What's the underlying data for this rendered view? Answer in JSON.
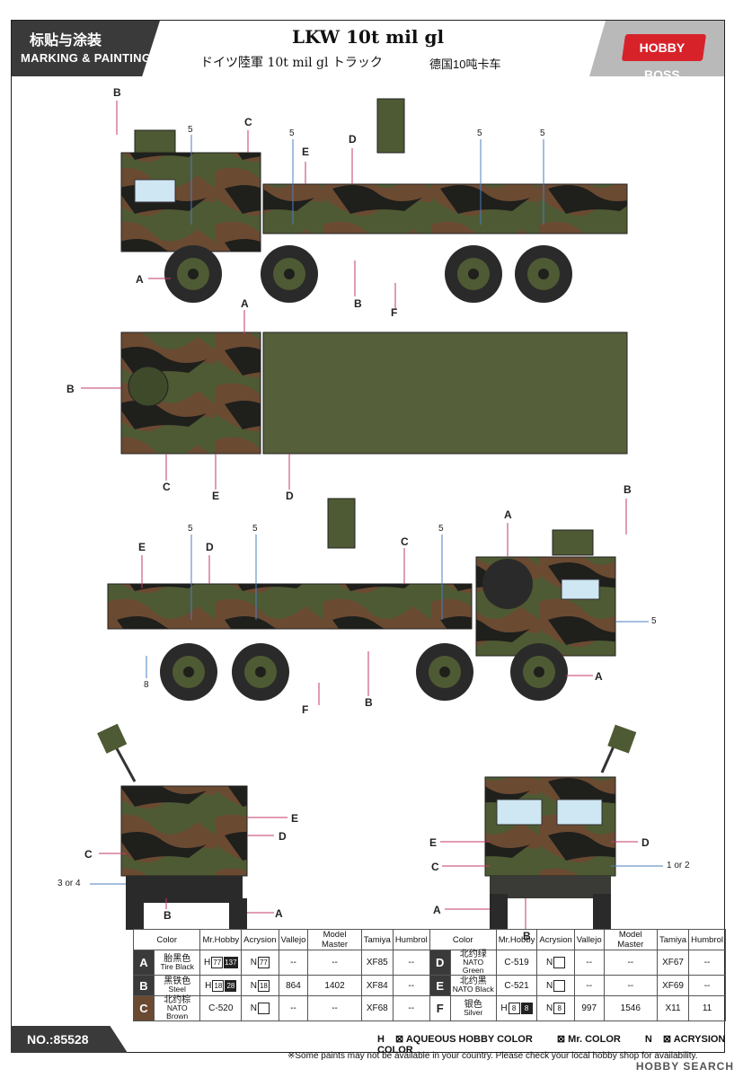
{
  "header": {
    "title_cn": "标贴与涂装",
    "title_en": "MARKING & PAINTING",
    "model_title": "LKW 10t mil gl",
    "subtitle_jp": "ドイツ陸軍 10t mil gl トラック",
    "subtitle_cn": "德国10吨卡车",
    "brand": "HOBBY BOSS"
  },
  "callouts": {
    "A": "A",
    "B": "B",
    "C": "C",
    "D": "D",
    "E": "E",
    "F": "F",
    "n5": "5",
    "n8": "8",
    "n3or4": "3 or 4",
    "n1or2": "1 or 2"
  },
  "table": {
    "headers": [
      "Color",
      "Mr.Hobby",
      "Acrysion",
      "Vallejo",
      "Model Master",
      "Tamiya",
      "Humbrol"
    ],
    "rows_left": [
      {
        "letter": "A",
        "cn": "胎黑色",
        "en": "Tire Black",
        "hobby": "H",
        "hobby_codes": [
          "77",
          "137"
        ],
        "acrysion": "N",
        "acrysion_code": "77",
        "vallejo": "--",
        "mm": "--",
        "tamiya": "XF85",
        "humbrol": "--"
      },
      {
        "letter": "B",
        "cn": "黑铁色",
        "en": "Steel",
        "hobby": "H",
        "hobby_codes": [
          "18",
          "28"
        ],
        "acrysion": "N",
        "acrysion_code": "18",
        "vallejo": "864",
        "mm": "1402",
        "tamiya": "XF84",
        "humbrol": "--"
      },
      {
        "letter": "C",
        "cn": "北约棕",
        "en": "NATO Brown",
        "hobby": "C-520",
        "hobby_codes": [],
        "acrysion": "N",
        "acrysion_code": "",
        "vallejo": "--",
        "mm": "--",
        "tamiya": "XF68",
        "humbrol": "--"
      }
    ],
    "rows_right": [
      {
        "letter": "D",
        "cn": "北约绿",
        "en": "NATO Green",
        "hobby": "C-519",
        "acrysion": "N",
        "acrysion_code": "",
        "vallejo": "--",
        "mm": "--",
        "tamiya": "XF67",
        "humbrol": "--"
      },
      {
        "letter": "E",
        "cn": "北约黑",
        "en": "NATO Black",
        "hobby": "C-521",
        "acrysion": "N",
        "acrysion_code": "",
        "vallejo": "--",
        "mm": "--",
        "tamiya": "XF69",
        "humbrol": "--"
      },
      {
        "letter": "F",
        "cn": "银色",
        "en": "Silver",
        "hobby": "H",
        "hobby_codes": [
          "8",
          "8"
        ],
        "acrysion": "N",
        "acrysion_code": "8",
        "vallejo": "997",
        "mm": "1546",
        "tamiya": "X11",
        "humbrol": "11"
      }
    ]
  },
  "legend": {
    "h": "H",
    "h_text": "AQUEOUS HOBBY COLOR",
    "c_text": "Mr. COLOR",
    "n": "N",
    "n_text": "ACRYSION COLOR"
  },
  "note": "※Some paints may not be available in your country. Please check your local hobby shop for availability.",
  "footer": {
    "code": "NO.:85528",
    "watermark": "HOBBY SEARCH"
  },
  "colors": {
    "nato_green": "#4e5a33",
    "nato_brown": "#6b4a32",
    "nato_black": "#1f1f1c",
    "tire": "#2a2a2a"
  }
}
